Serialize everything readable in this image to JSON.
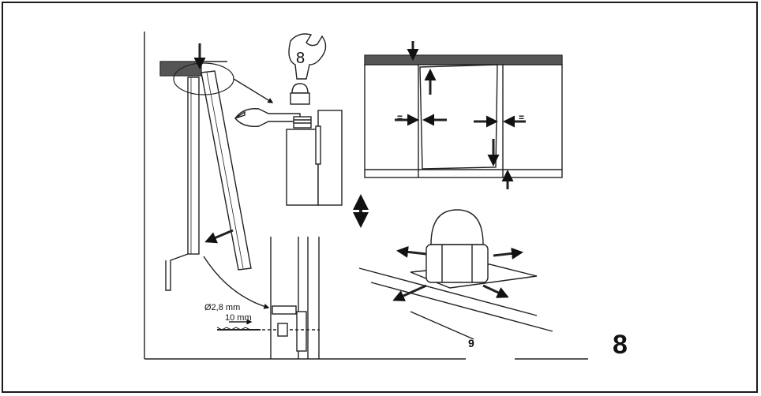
{
  "labels": {
    "drill_diameter": "Ø2,8 mm",
    "drill_depth": "10 mm",
    "step_number": "9",
    "figure_number": "8",
    "wrench_size": "8"
  },
  "markers": {
    "equal_left": "=",
    "equal_right": "="
  }
}
